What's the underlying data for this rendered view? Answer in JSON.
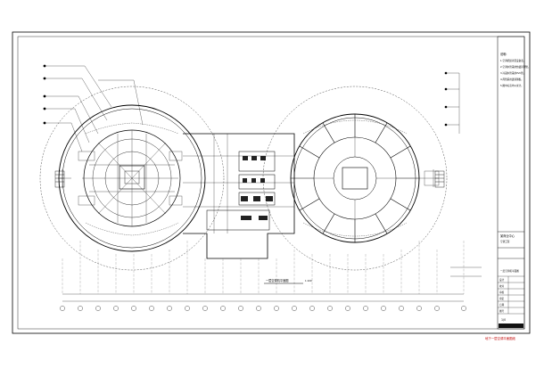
{
  "drawing": {
    "caption": "一层空调机平面图",
    "scale": "1:100",
    "footer_banner": "地下一层空调平面图纸",
    "sheet_number": "1/0",
    "notes_header": "说明:",
    "notes": [
      "1.空调机组详见设备表。",
      "2.空调水管采用热镀锌钢管。",
      "3.冷凝水管采用PVC管。",
      "4.风管采用镀锌钢板。",
      "5.图中标高均以米计。"
    ]
  },
  "title_block": {
    "project_name": "某商业中心",
    "project_sub": "空调工程",
    "drawing_title": "一层空调机平面图",
    "rows": [
      {
        "label": "设计",
        "value": ""
      },
      {
        "label": "校对",
        "value": ""
      },
      {
        "label": "审核",
        "value": ""
      },
      {
        "label": "审定",
        "value": ""
      },
      {
        "label": "日期",
        "value": ""
      },
      {
        "label": "图号",
        "value": ""
      },
      {
        "label": "比例",
        "value": "1:100"
      }
    ],
    "stamp": ""
  }
}
